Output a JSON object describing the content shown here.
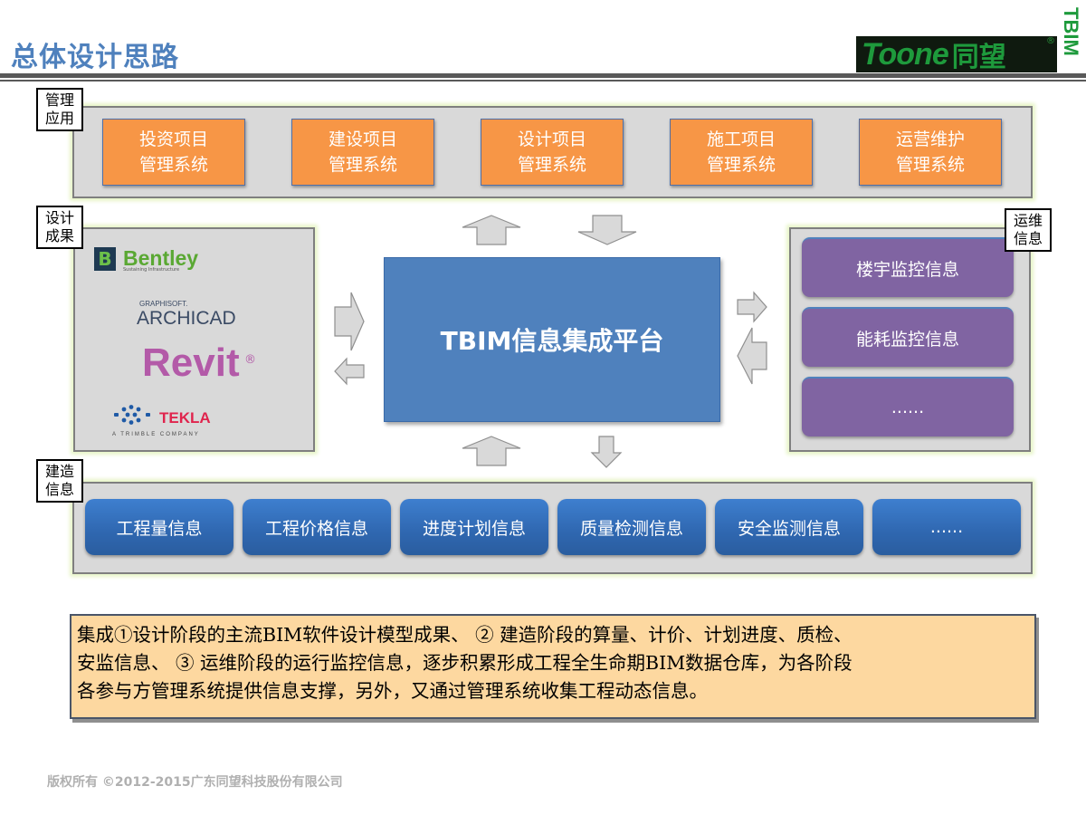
{
  "header": {
    "title": "总体设计思路",
    "logo_text": "Toone",
    "logo_cn": "同望",
    "logo_reg": "®",
    "side_brand": "TBIM"
  },
  "layers": {
    "management": {
      "label_line1": "管理",
      "label_line2": "应用",
      "items": [
        {
          "line1": "投资项目",
          "line2": "管理系统"
        },
        {
          "line1": "建设项目",
          "line2": "管理系统"
        },
        {
          "line1": "设计项目",
          "line2": "管理系统"
        },
        {
          "line1": "施工项目",
          "line2": "管理系统"
        },
        {
          "line1": "运营维护",
          "line2": "管理系统"
        }
      ]
    },
    "design": {
      "label_line1": "设计",
      "label_line2": "成果",
      "logos": {
        "bentley": "Bentley",
        "bentley_sub": "Sustaining Infrastructure",
        "graphisoft": "GRAPHISOFT.",
        "archicad": "ARCHICAD",
        "revit": "Revit",
        "revit_reg": "®",
        "tekla": "TEKLA",
        "tekla_sub": "A TRIMBLE COMPANY"
      }
    },
    "platform": {
      "label": "TBIM信息集成平台"
    },
    "operations": {
      "label_line1": "运维",
      "label_line2": "信息",
      "items": [
        "楼宇监控信息",
        "能耗监控信息",
        "......"
      ]
    },
    "construction": {
      "label_line1": "建造",
      "label_line2": "信息",
      "items": [
        "工程量信息",
        "工程价格信息",
        "进度计划信息",
        "质量检测信息",
        "安全监测信息",
        "......"
      ]
    }
  },
  "summary": {
    "line1": "集成①设计阶段的主流BIM软件设计模型成果、 ② 建造阶段的算量、计价、计划进度、质检、",
    "line2": "安监信息、 ③ 运维阶段的运行监控信息，逐步积累形成工程全生命期BIM数据仓库，为各阶段",
    "line3": "各参与方管理系统提供信息支撑，另外，又通过管理系统收集工程动态信息。"
  },
  "footer": {
    "copyright": "版权所有 ©2012-2015广东同望科技股份有限公司"
  },
  "colors": {
    "title": "#4f81bd",
    "orange": "#f79646",
    "platform": "#4f81bd",
    "purple": "#8064a2",
    "blue": "#2f67b0",
    "summary_bg": "#fdd8a0",
    "brand_green": "#1e9a3c"
  }
}
